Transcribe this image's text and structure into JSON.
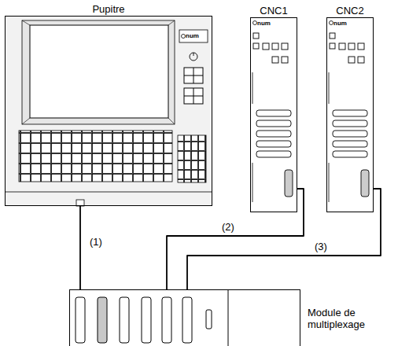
{
  "diagram": {
    "nodes": [
      {
        "text": [
          "Pupitre"
        ]
      },
      {
        "text": [
          "CNC1"
        ]
      },
      {
        "text": [
          "CNC2"
        ]
      },
      {
        "text": [
          "Module de multiplexage"
        ]
      }
    ],
    "edges": [
      {
        "from": 0,
        "to": 3,
        "label": "(1)",
        "arrow": "none"
      },
      {
        "from": 1,
        "to": 3,
        "label": "(2)",
        "arrow": "none"
      },
      {
        "from": 2,
        "to": 3,
        "label": "(3)",
        "arrow": "none"
      }
    ],
    "labels": [
      "num",
      "num",
      "num"
    ]
  }
}
